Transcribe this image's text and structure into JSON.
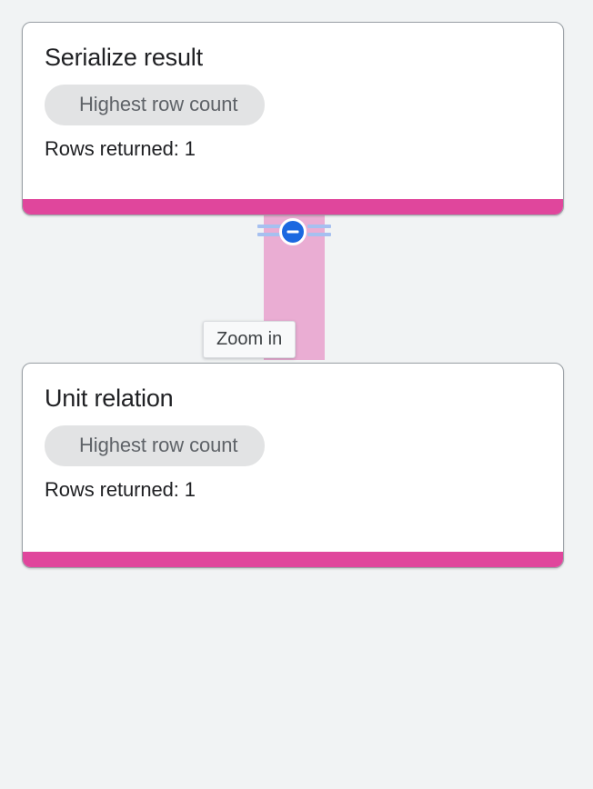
{
  "page": {
    "background_color": "#f1f3f4"
  },
  "graph": {
    "connector": {
      "name": "edge-connector",
      "color": "#eaadd3"
    },
    "collapse_control": {
      "name": "collapse-toggle",
      "icon": "minus-circle-icon",
      "button_color": "#1b68e0",
      "rail_color": "#a6c0f0",
      "tooltip": "Zoom in"
    },
    "nodes": [
      {
        "id": "node-serialize-result",
        "title": "Serialize result",
        "chip_label": "Highest row count",
        "rows_label": "Rows returned: 1",
        "accent_color": "#e0469c"
      },
      {
        "id": "node-unit-relation",
        "title": "Unit relation",
        "chip_label": "Highest row count",
        "rows_label": "Rows returned: 1",
        "accent_color": "#e0469c"
      }
    ]
  }
}
